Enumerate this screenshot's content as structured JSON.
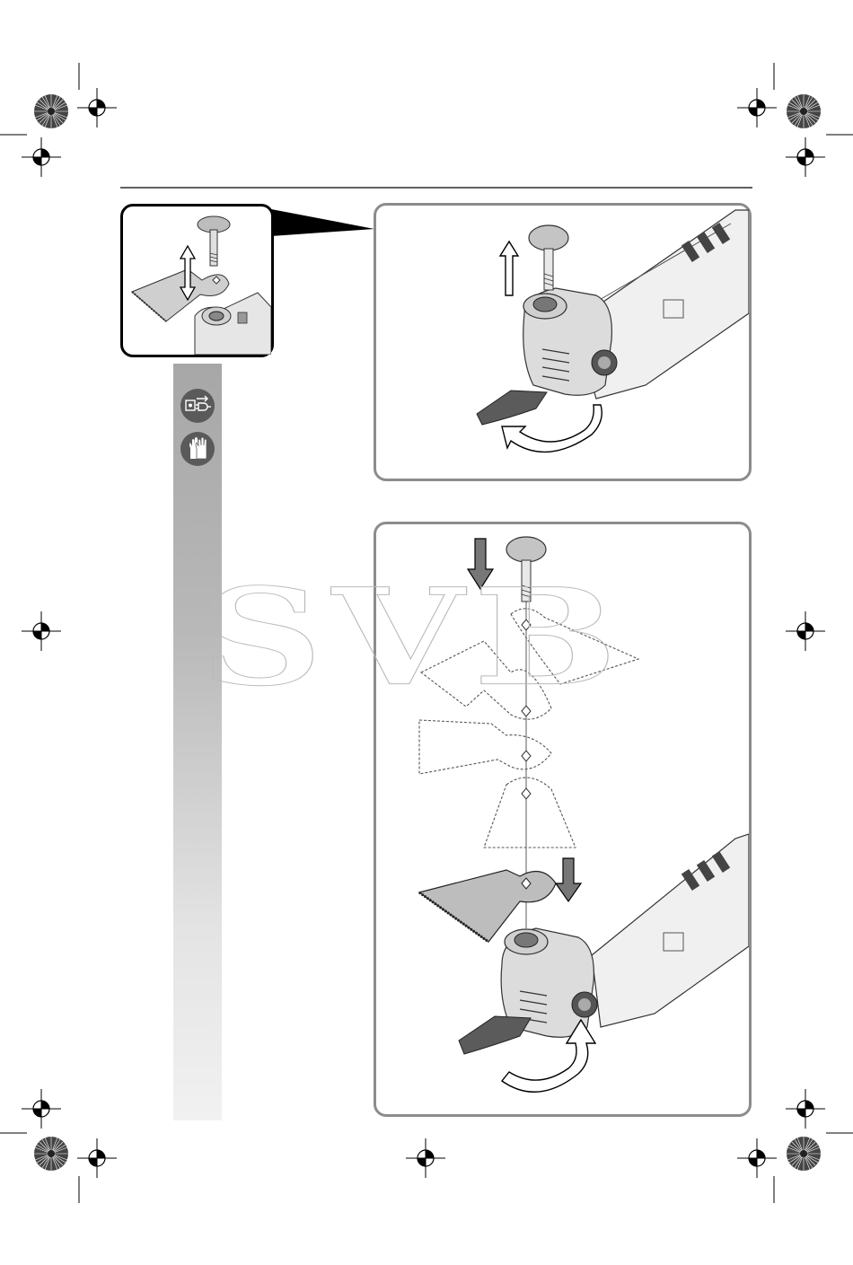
{
  "page": {
    "background": "#ffffff",
    "frame_color": "#8c8c8c",
    "band_color_top": "#a7a7a7",
    "band_color_bottom": "#f1f1f1"
  },
  "watermark": {
    "text": "SVB",
    "stroke": "#b9b9b9"
  },
  "icons": {
    "registration_marks": "crosshair-registration-icon",
    "color_targets": "starburst-target-icon",
    "unplug_symbol": "unplug-before-work-icon",
    "gloves_symbol": "wear-gloves-icon",
    "lift_arrow": "arrow-up-icon",
    "press_arrow": "arrow-down-icon",
    "rotate_arrow": "curved-arrow-icon"
  },
  "illustrations": {
    "detail": "blade-removal-detail",
    "step_remove": "remove-fastening-screw",
    "step_insert": "insert-application-tool"
  }
}
